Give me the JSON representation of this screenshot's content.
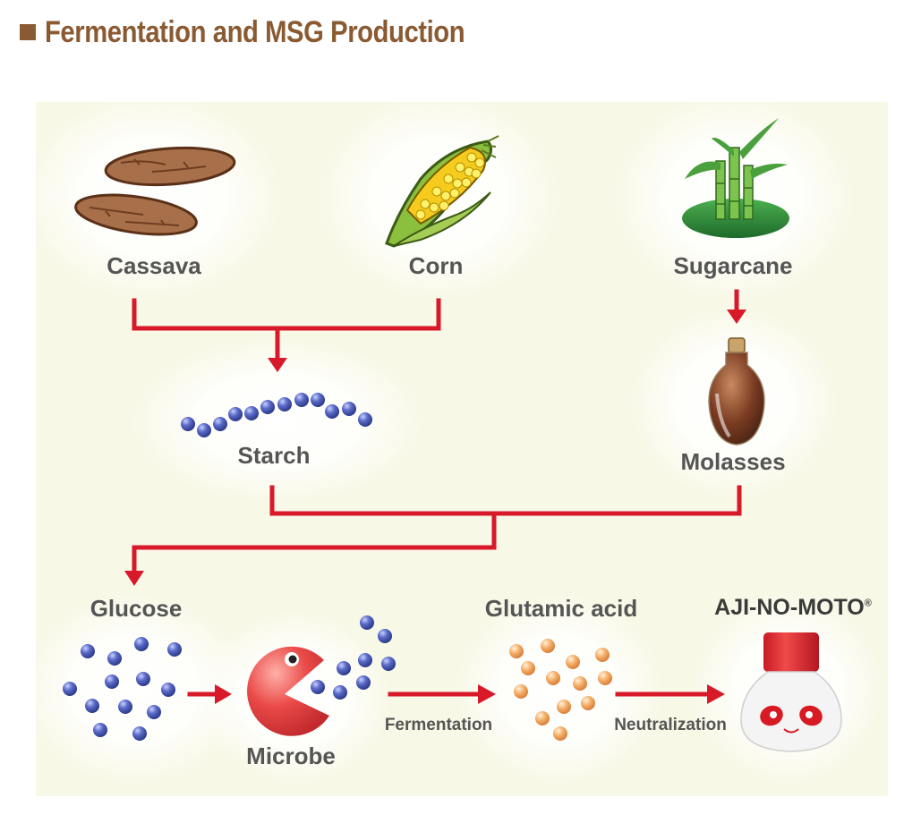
{
  "title": "Fermentation and MSG Production",
  "labels": {
    "cassava": "Cassava",
    "corn": "Corn",
    "sugarcane": "Sugarcane",
    "starch": "Starch",
    "molasses": "Molasses",
    "glucose": "Glucose",
    "microbe": "Microbe",
    "glutamic_acid": "Glutamic acid",
    "ajinomoto": "AJI-NO-MOTO",
    "ajinomoto_reg": "®",
    "fermentation": "Fermentation",
    "neutralization": "Neutralization"
  },
  "icons": [
    "cassava-icon",
    "corn-icon",
    "sugarcane-icon",
    "molasses-bottle-icon",
    "microbe-icon",
    "ajinomoto-bottle-icon"
  ],
  "colors": {
    "title": "#8a5a32",
    "arrow": "#d7192a",
    "label": "#555555",
    "panel": "#f8f8e6",
    "glucose_molecule": "#4a5bb0",
    "glutamic_molecule": "#f0a25a",
    "microbe": "#e84845"
  }
}
